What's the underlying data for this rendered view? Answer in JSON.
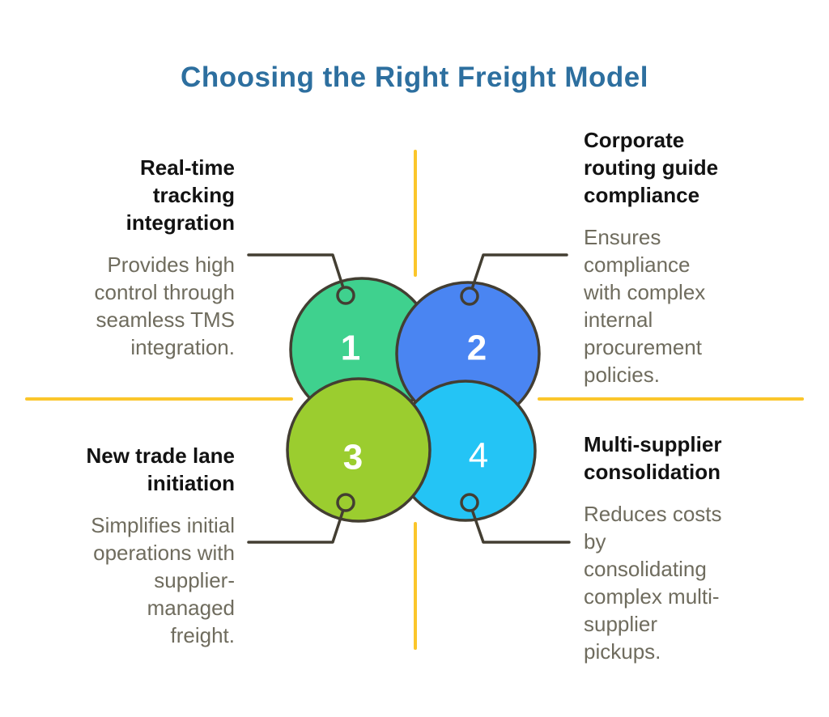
{
  "title": "Choosing the Right Freight Model",
  "colors": {
    "title-blue": "#2D6F9F",
    "heading-black": "#121212",
    "body-gray": "#6F6C5E",
    "outline-dark": "#433E32",
    "divider-yellow": "#FBC62B",
    "circle-1-green": "#3FD18E",
    "circle-2-blue": "#4A85F2",
    "circle-3-lime": "#9BCD2F",
    "circle-4-cyan": "#24C4F5",
    "number-white": "#FFFFFF"
  },
  "items": [
    {
      "number": "1",
      "heading": "Real-time\ntracking\nintegration",
      "body": "Provides high\ncontrol through\nseamless TMS\nintegration."
    },
    {
      "number": "2",
      "heading": "Corporate\nrouting guide\ncompliance",
      "body": "Ensures\ncompliance\nwith complex\ninternal\nprocurement\npolicies."
    },
    {
      "number": "3",
      "heading": "New trade lane\ninitiation",
      "body": "Simplifies initial\noperations with\nsupplier-\nmanaged\nfreight."
    },
    {
      "number": "4",
      "heading": "Multi-supplier\nconsolidation",
      "body": "Reduces costs\nby\nconsolidating\ncomplex multi-\nsupplier\npickups."
    }
  ]
}
